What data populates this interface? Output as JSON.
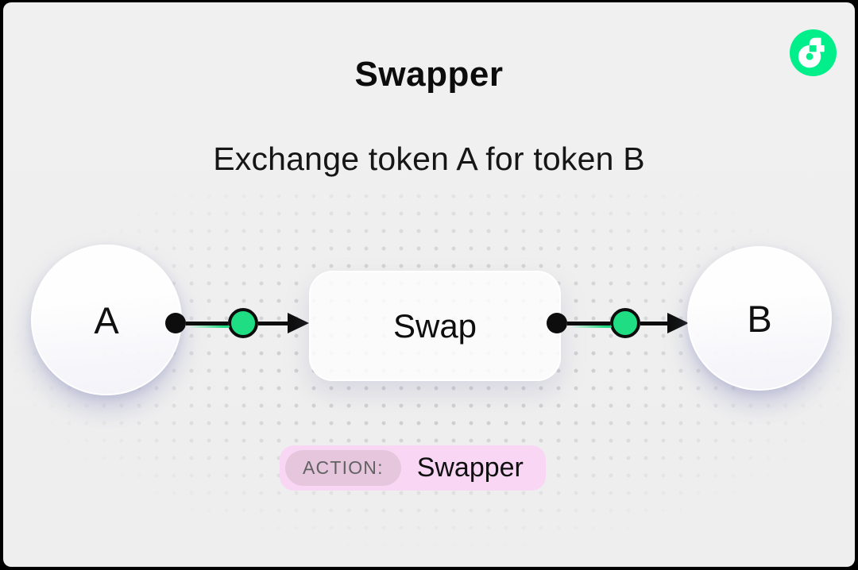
{
  "header": {
    "title": "Swapper",
    "subtitle": "Exchange token A for token B"
  },
  "logo": {
    "name": "flow-logo",
    "brand_color": "#00EF8B"
  },
  "diagram": {
    "nodes": [
      {
        "id": "token-a",
        "label": "A",
        "type": "token-circle"
      },
      {
        "id": "swap",
        "label": "Swap",
        "type": "action-box"
      },
      {
        "id": "token-b",
        "label": "B",
        "type": "token-circle"
      }
    ],
    "connectors": [
      {
        "from": "token-a",
        "to": "swap",
        "style": "dot-greendot-arrow"
      },
      {
        "from": "swap",
        "to": "token-b",
        "style": "dot-greendot-arrow"
      }
    ],
    "connector_color": "#0d0d0d",
    "connector_accent": "#1edd82"
  },
  "badge": {
    "label": "ACTION:",
    "value": "Swapper",
    "bg_color": "#f8d6f4",
    "label_bg_color": "#e5c6dd"
  },
  "canvas": {
    "background_color": "#efefef",
    "frame_color": "#000000",
    "dot_color": "#cfcfd3"
  }
}
